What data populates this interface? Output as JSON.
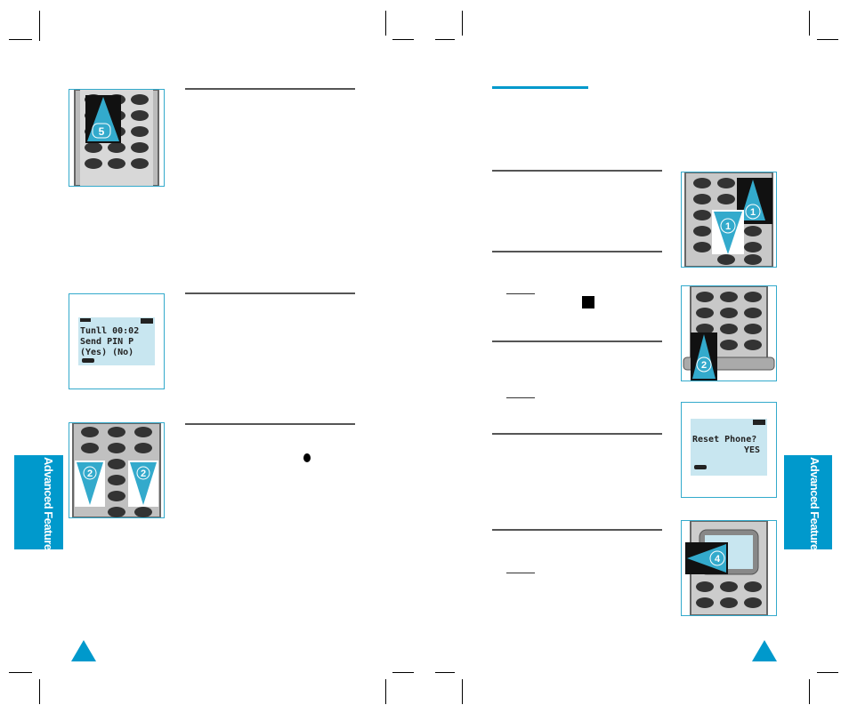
{
  "section_tab": {
    "label": "Advanced Features"
  },
  "illustrations": {
    "left_top": {
      "step": "5"
    },
    "left_display": {
      "line1": "Tunll  00:02",
      "line2": " Send  PIN  P",
      "line3": "(Yes) (No)"
    },
    "left_bottom": {
      "steps": [
        "2",
        "2"
      ]
    },
    "right_1": {
      "steps": [
        "1",
        "1"
      ]
    },
    "right_2": {
      "step": "2"
    },
    "right_display": {
      "line1": "Reset Phone?",
      "line2": "YES"
    },
    "right_4": {
      "step": "4"
    }
  },
  "colors": {
    "accent": "#0099cc",
    "lcd": "#c8e6f0",
    "rule": "#555555"
  }
}
